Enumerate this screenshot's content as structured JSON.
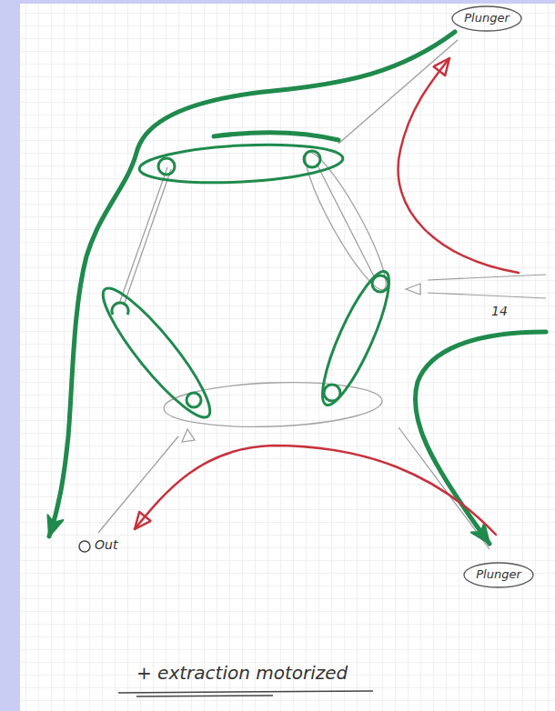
{
  "diagram": {
    "caption": "+ extraction motorized",
    "nodes": [
      {
        "text": [
          "Plunger"
        ]
      },
      {
        "text": [
          "Plunger"
        ]
      }
    ],
    "labels": [
      "Out",
      "14"
    ]
  }
}
